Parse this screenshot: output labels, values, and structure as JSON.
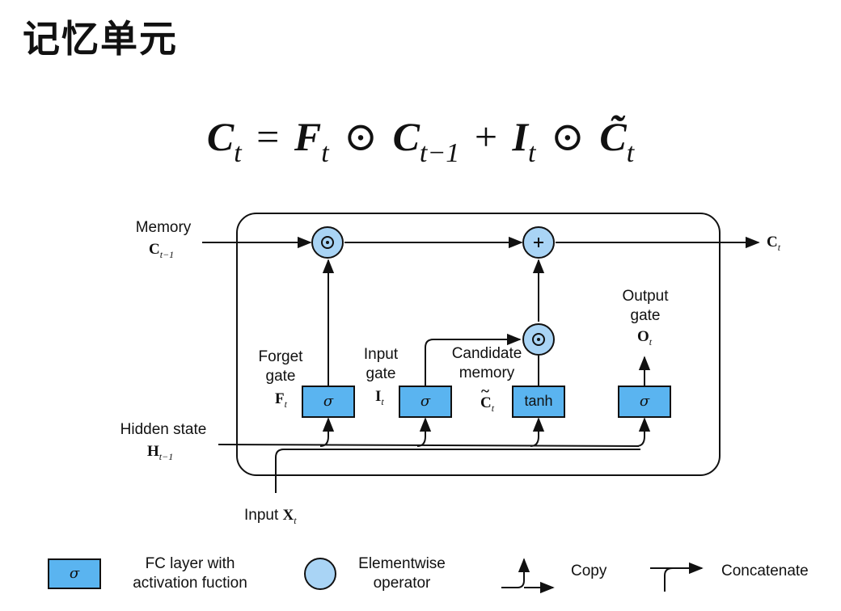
{
  "title": "记忆单元",
  "equation": {
    "lhs": "C",
    "lhs_sub": "t",
    "eq": "=",
    "t1": "F",
    "t1_sub": "t",
    "odot": "⊙",
    "t2": "C",
    "t2_sub": "t−1",
    "plus": "+",
    "t3": "I",
    "t3_sub": "t",
    "t4": "C̃",
    "t4_sub": "t"
  },
  "labels": {
    "memory": "Memory",
    "memory_var": "C",
    "memory_sub": "t−1",
    "output_var": "C",
    "output_sub": "t",
    "forget": "Forget",
    "forget2": "gate",
    "forget_var": "F",
    "forget_sub": "t",
    "input": "Input",
    "input2": "gate",
    "input_var": "I",
    "input_sub": "t",
    "candidate": "Candidate",
    "candidate2": "memory",
    "candidate_var": "C",
    "candidate_sub": "t",
    "outgate": "Output",
    "outgate2": "gate",
    "outgate_var": "O",
    "outgate_sub": "t",
    "hidden": "Hidden state",
    "hidden_var": "H",
    "hidden_sub": "t−1",
    "xin": "Input",
    "xin_var": "X",
    "xin_sub": "t"
  },
  "blocks": {
    "sigma": "σ",
    "tanh": "tanh",
    "mult": "⊙",
    "add": "+"
  },
  "legend": {
    "fc_symbol": "σ",
    "fc1": "FC layer with",
    "fc2": "activation fuction",
    "op1": "Elementwise",
    "op2": "operator",
    "copy": "Copy",
    "concat": "Concatenate"
  },
  "colors": {
    "block": "#5ab4f0",
    "operator": "#a9d4f5",
    "stroke": "#111111"
  }
}
